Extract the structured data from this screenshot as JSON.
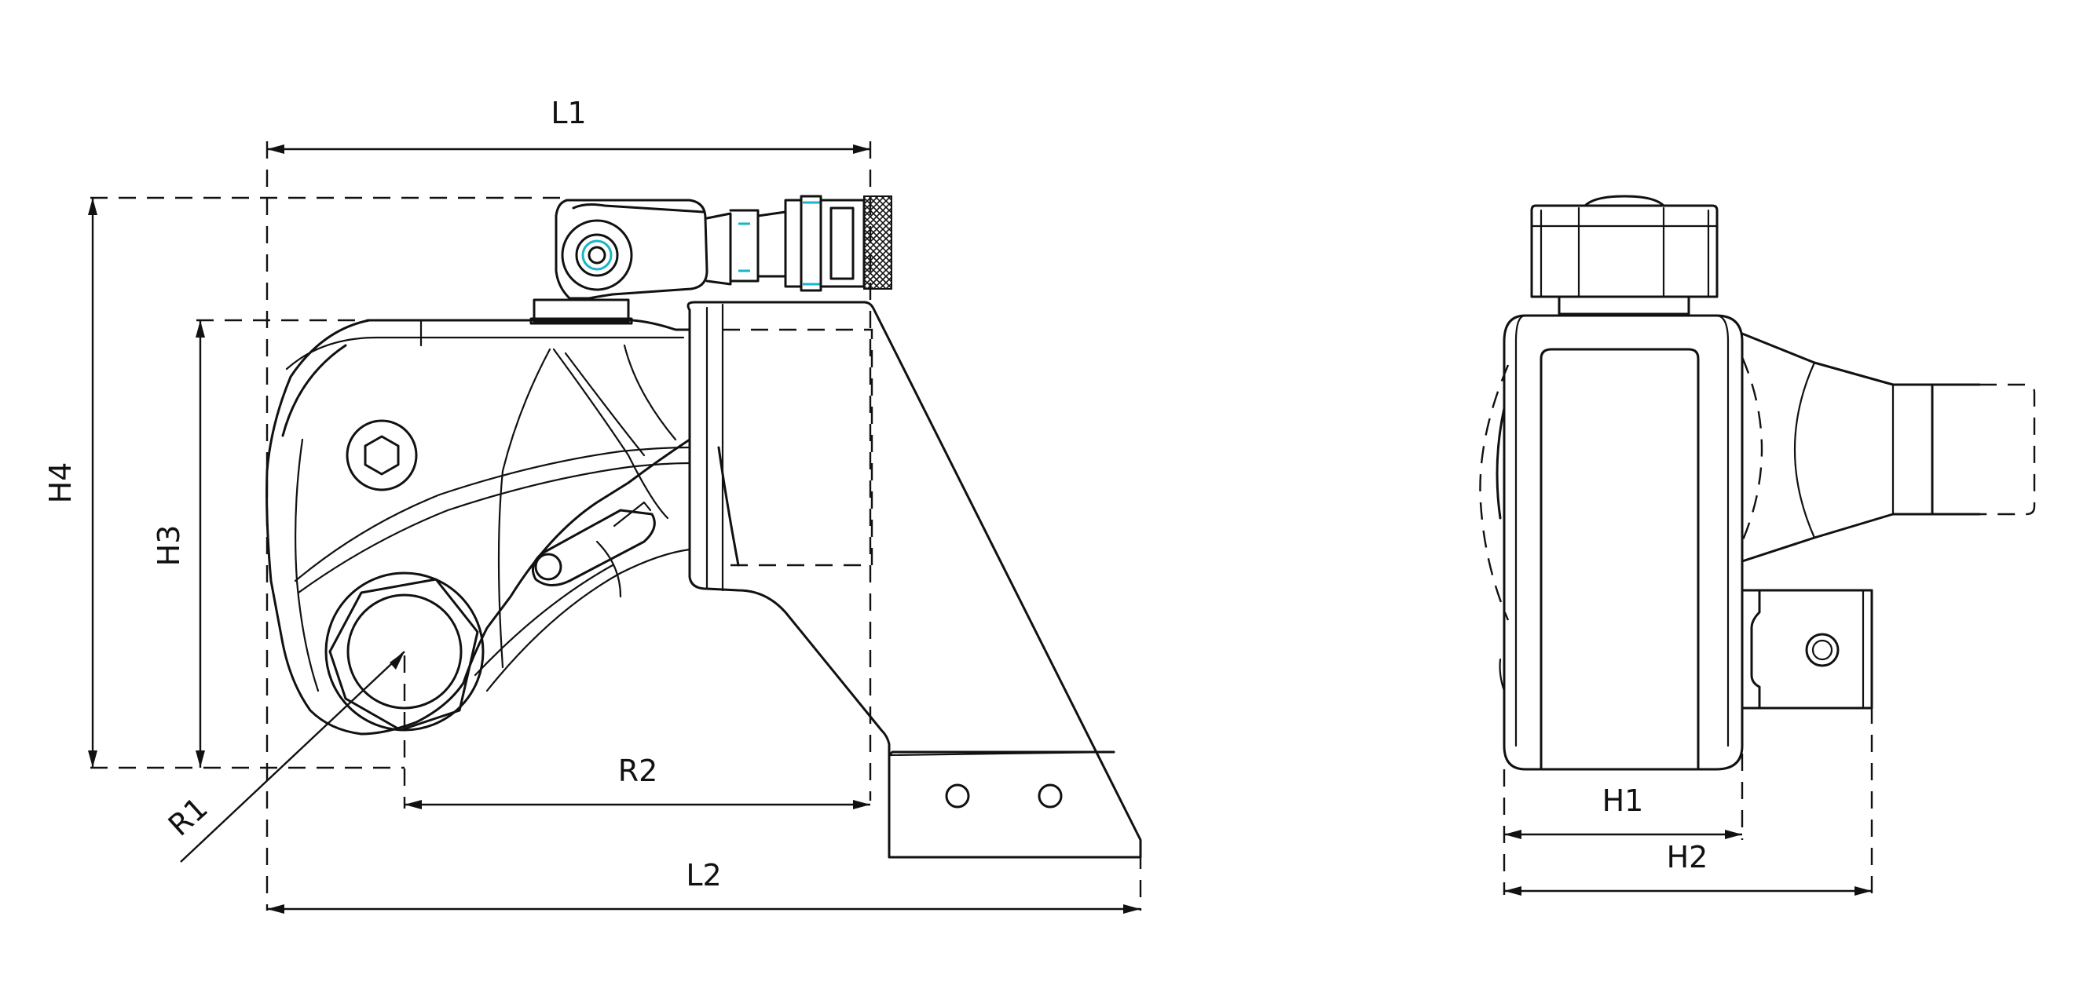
{
  "labels": {
    "L1": "L1",
    "L2": "L2",
    "H1": "H1",
    "H2": "H2",
    "H3": "H3",
    "H4": "H4",
    "R1": "R1",
    "R2": "R2"
  },
  "colors": {
    "line": "#111111",
    "fitting_accent": "#19b5c8",
    "background": "#ffffff"
  }
}
